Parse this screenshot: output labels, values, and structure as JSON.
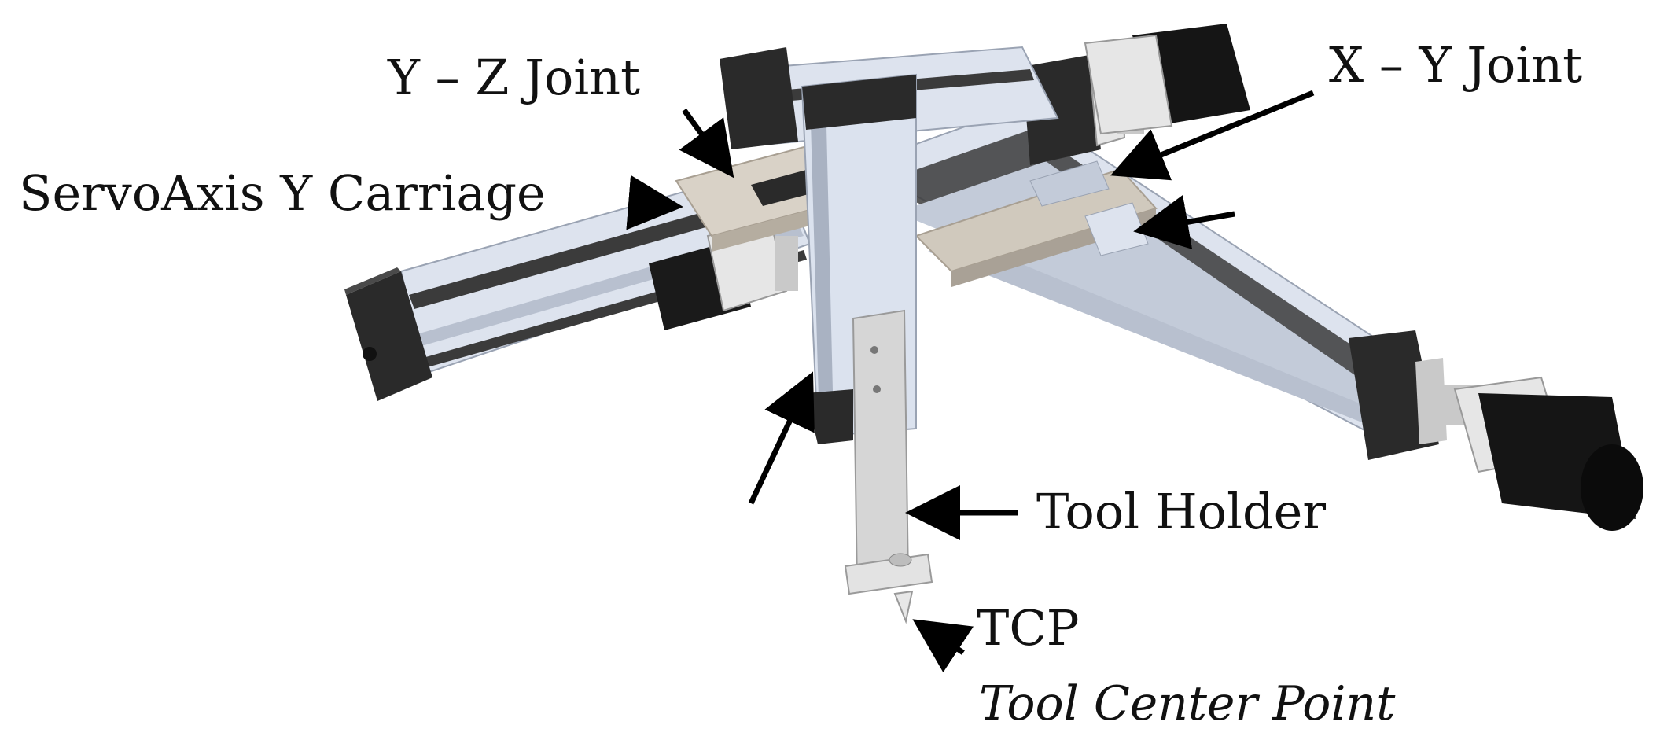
{
  "labels": {
    "yz_joint": "Y – Z Joint",
    "xy_joint": "X – Y Joint",
    "servo_y_carriage": "ServoAxis Y Carriage",
    "tool_holder": "Tool Holder",
    "tcp": "TCP",
    "tcp_full": "Tool Center Point"
  },
  "colors": {
    "rail_light": "#dde3ee",
    "rail_mid": "#c3cbd9",
    "rail_dark": "#3b3b3b",
    "endcap": "#2a2a2a",
    "carriage": "#d9d2c7",
    "motor": "#151515",
    "motor_flange": "#e6e6e6",
    "holder": "#cfcfcf",
    "arrow": "#000000"
  }
}
